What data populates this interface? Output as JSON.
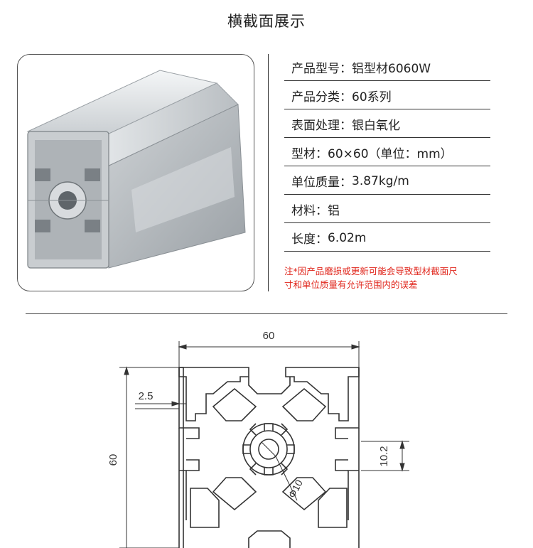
{
  "header": {
    "title": "横截面展示"
  },
  "specs": [
    {
      "label": "产品型号：",
      "value": "铝型材6060W"
    },
    {
      "label": "产品分类：",
      "value": "60系列"
    },
    {
      "label": "表面处理：",
      "value": "银白氧化"
    },
    {
      "label": "型材：",
      "value": "60×60（单位：mm）"
    },
    {
      "label": "单位质量：",
      "value": "3.87kg/m"
    },
    {
      "label": "材料：",
      "value": "铝"
    },
    {
      "label": "长度：",
      "value": "6.02m"
    }
  ],
  "note": {
    "line1": "注*因产品磨损或更新可能会导致型材截面尺",
    "line2": "寸和单位质量有允许范围内的误差"
  },
  "drawing": {
    "dim_width": "60",
    "dim_height": "60",
    "dim_slot": "2.5",
    "dim_center": "10.2",
    "dim_hole": "Φ10"
  },
  "colors": {
    "accent_note": "#e0251b",
    "line": "#333333"
  }
}
